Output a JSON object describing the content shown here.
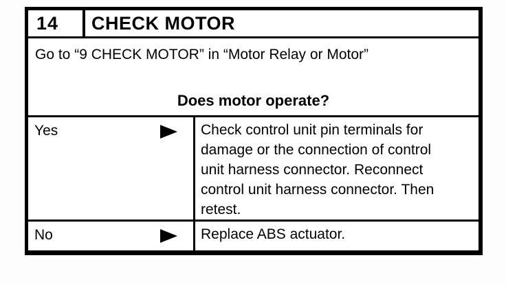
{
  "document": {
    "background": "#ffffff",
    "ink_color": "#000000"
  },
  "step_table": {
    "step_number": "14",
    "step_title": "CHECK MOTOR",
    "instruction": "Go to “9 CHECK MOTOR” in “Motor Relay or Motor”",
    "question": "Does motor operate?",
    "outcomes": [
      {
        "answer": "Yes",
        "arrow_icon": "arrow-right",
        "action": "Check control unit pin terminals for damage or the connection of control unit harness connector. Reconnect control unit harness connector. Then retest."
      },
      {
        "answer": "No",
        "arrow_icon": "arrow-right",
        "action": "Replace ABS actuator."
      }
    ]
  }
}
